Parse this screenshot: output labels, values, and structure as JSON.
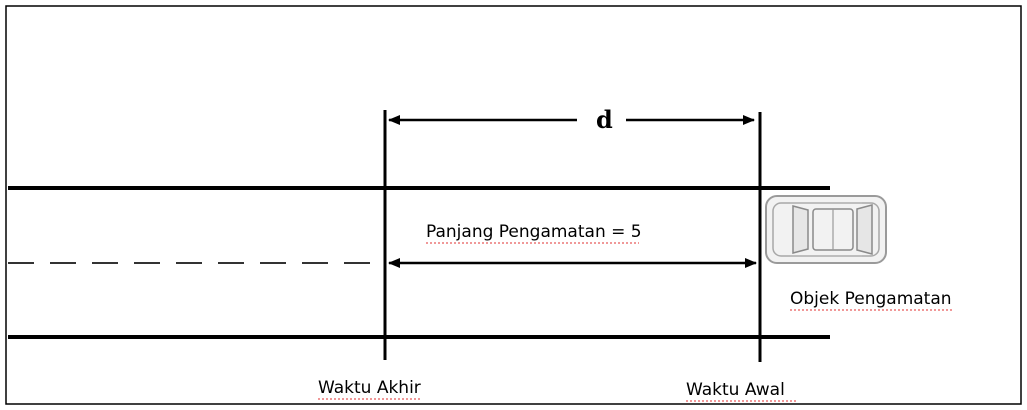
{
  "labels": {
    "distance": "d",
    "observation_length": "Panjang Pengamatan = 5",
    "observed_object": "Objek Pengamatan",
    "end_time": "Waktu Akhir",
    "start_time": "Waktu Awal"
  },
  "colors": {
    "line": "#000000",
    "car_body": "#f2f2f2",
    "car_outline": "#9a9a9a",
    "spellcheck": "#e03030"
  }
}
